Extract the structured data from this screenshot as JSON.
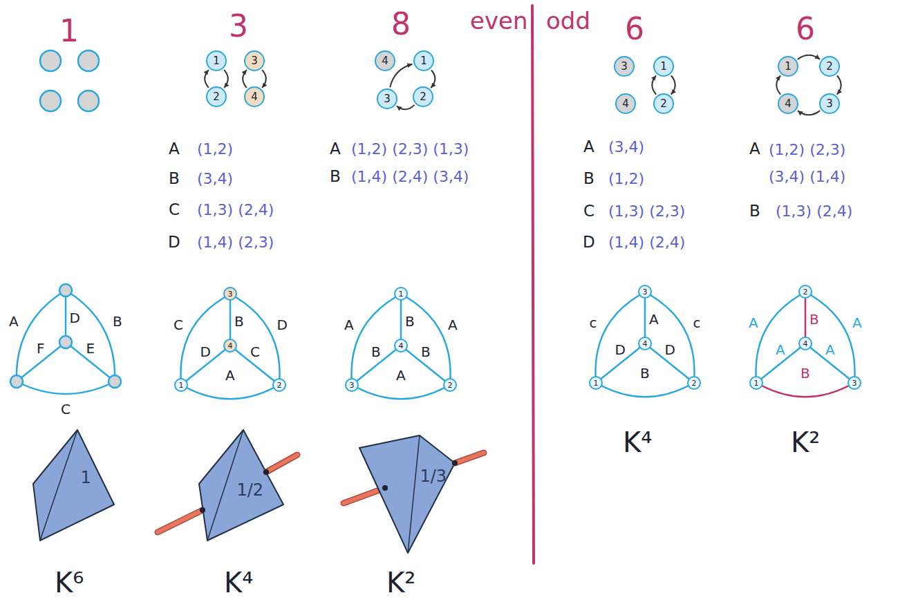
{
  "diagram": {
    "nodes": [
      {
        "text": [
          "1"
        ]
      },
      {
        "text": [
          "3"
        ]
      },
      {
        "text": [
          "2"
        ]
      },
      {
        "text": [
          "4"
        ]
      },
      {
        "text": [
          "4"
        ]
      },
      {
        "text": [
          "1"
        ]
      },
      {
        "text": [
          "3"
        ]
      },
      {
        "text": [
          "2"
        ]
      },
      {
        "text": [
          "3"
        ]
      },
      {
        "text": [
          "1"
        ]
      },
      {
        "text": [
          "4"
        ]
      },
      {
        "text": [
          "2"
        ]
      },
      {
        "text": [
          "1"
        ]
      },
      {
        "text": [
          "2"
        ]
      },
      {
        "text": [
          "4"
        ]
      },
      {
        "text": [
          "3"
        ]
      },
      {
        "text": [
          "3"
        ]
      },
      {
        "text": [
          "4"
        ]
      },
      {
        "text": [
          "1"
        ]
      },
      {
        "text": [
          "2"
        ]
      },
      {
        "text": [
          "1"
        ]
      },
      {
        "text": [
          "4"
        ]
      },
      {
        "text": [
          "3"
        ]
      },
      {
        "text": [
          "2"
        ]
      },
      {
        "text": [
          "3"
        ]
      },
      {
        "text": [
          "4"
        ]
      },
      {
        "text": [
          "1"
        ]
      },
      {
        "text": [
          "2"
        ]
      },
      {
        "text": [
          "2"
        ]
      },
      {
        "text": [
          "4"
        ]
      },
      {
        "text": [
          "1"
        ]
      },
      {
        "text": [
          "3"
        ]
      }
    ],
    "edges": [
      {
        "from": 2,
        "to": 0,
        "arrow": "to"
      },
      {
        "from": 0,
        "to": 2,
        "arrow": "to"
      },
      {
        "from": 3,
        "to": 1,
        "arrow": "to"
      },
      {
        "from": 1,
        "to": 3,
        "arrow": "to"
      },
      {
        "from": 6,
        "to": 5,
        "arrow": "to"
      },
      {
        "from": 5,
        "to": 7,
        "arrow": "to"
      },
      {
        "from": 7,
        "to": 6,
        "arrow": "to"
      },
      {
        "from": 11,
        "to": 9,
        "arrow": "to"
      },
      {
        "from": 9,
        "to": 11,
        "arrow": "to"
      },
      {
        "from": 12,
        "to": 13,
        "arrow": "to"
      },
      {
        "from": 13,
        "to": 15,
        "arrow": "to"
      },
      {
        "from": 15,
        "to": 14,
        "arrow": "to"
      },
      {
        "from": 14,
        "to": 12,
        "arrow": "to"
      },
      {
        "from": 16,
        "to": 18,
        "arrow": "none",
        "label": "C"
      },
      {
        "from": 16,
        "to": 17,
        "arrow": "none",
        "label": "B"
      },
      {
        "from": 16,
        "to": 19,
        "arrow": "none",
        "label": "D"
      },
      {
        "from": 17,
        "to": 18,
        "arrow": "none",
        "label": "D"
      },
      {
        "from": 17,
        "to": 19,
        "arrow": "none",
        "label": "C"
      },
      {
        "from": 18,
        "to": 19,
        "arrow": "none",
        "label": "A"
      },
      {
        "from": 20,
        "to": 22,
        "arrow": "none",
        "label": "A"
      },
      {
        "from": 20,
        "to": 21,
        "arrow": "none",
        "label": "B"
      },
      {
        "from": 20,
        "to": 23,
        "arrow": "none",
        "label": "A"
      },
      {
        "from": 21,
        "to": 22,
        "arrow": "none",
        "label": "B"
      },
      {
        "from": 21,
        "to": 23,
        "arrow": "none",
        "label": "B"
      },
      {
        "from": 22,
        "to": 23,
        "arrow": "none",
        "label": "A"
      },
      {
        "from": 24,
        "to": 26,
        "arrow": "none",
        "label": "c"
      },
      {
        "from": 24,
        "to": 25,
        "arrow": "none",
        "label": "A"
      },
      {
        "from": 24,
        "to": 27,
        "arrow": "none",
        "label": "c"
      },
      {
        "from": 25,
        "to": 26,
        "arrow": "none",
        "label": "D"
      },
      {
        "from": 25,
        "to": 27,
        "arrow": "none",
        "label": "D"
      },
      {
        "from": 26,
        "to": 27,
        "arrow": "none",
        "label": "B"
      },
      {
        "from": 28,
        "to": 30,
        "arrow": "none",
        "label": "A"
      },
      {
        "from": 28,
        "to": 29,
        "arrow": "none",
        "label": "B"
      },
      {
        "from": 28,
        "to": 31,
        "arrow": "none",
        "label": "A"
      },
      {
        "from": 29,
        "to": 30,
        "arrow": "none",
        "label": "A"
      },
      {
        "from": 29,
        "to": 31,
        "arrow": "none",
        "label": "A"
      },
      {
        "from": 30,
        "to": 31,
        "arrow": "none",
        "label": "B"
      }
    ],
    "labels": [
      "1",
      "3",
      "8",
      "even",
      "odd",
      "6",
      "6",
      "A",
      "(1,2)",
      "B",
      "(3,4)",
      "C",
      "(1,3) (2,4)",
      "D",
      "(1,4) (2,3)",
      "A",
      "(1,2) (2,3) (1,3)",
      "B",
      "(1,4) (2,4) (3,4)",
      "A",
      "(3,4)",
      "B",
      "(1,2)",
      "C",
      "(1,3) (2,3)",
      "D",
      "(1,4) (2,4)",
      "A",
      "(1,2) (2,3) (3,4) (1,4)",
      "B",
      "(1,3) (2,4)",
      "A",
      "D",
      "B",
      "F",
      "E",
      "C",
      "1",
      "1/2",
      "1/3",
      "K⁶",
      "K⁴",
      "K²",
      "K⁴",
      "K²"
    ]
  }
}
